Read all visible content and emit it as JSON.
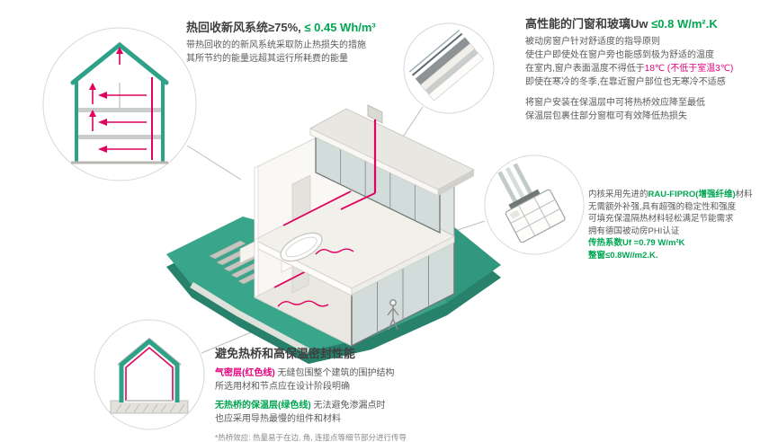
{
  "colors": {
    "teal": "#39a68b",
    "green_text": "#00a651",
    "magenta": "#e5007d",
    "duct_red": "#e0005f",
    "title_text": "#3f3f3f",
    "body_text": "#5a5a5a"
  },
  "ventilation": {
    "title_main": "热回收新风系统≥75%,",
    "title_value": " ≤ 0.45 Wh/m³",
    "line1": "带热回收的的新风系统采取防止热损失的措施",
    "line2": "其所节约的能量远超其运行所耗费的能量"
  },
  "windows": {
    "title_main": "高性能的门窗和玻璃Uw ",
    "title_value": "≤0.8 W/m².K",
    "line1": "被动房窗户针对舒适度的指导原则",
    "line2": "使住户即使处在窗户旁也能感到极为舒适的温度",
    "line3_pre": "在室内,窗户表面温度不得低于",
    "line3_red": "18℃ (不低于室温3℃)",
    "line4": "即使在寒冷的冬季,在靠近窗户部位也无寒冷不适感",
    "line5": "将窗户安装在保温层中可将热桥效应降至最低",
    "line6": "保温层包裹住部分窗框可有效降低热损失"
  },
  "frame_material": {
    "line1_pre": "内核采用先进的",
    "line1_green": "RAU-FIPRO(增强纤维)",
    "line1_post": "材料",
    "line2": "无需额外补强,具有超强的稳定性和强度",
    "line3": "可填充保温隔热材料轻松满足节能需求",
    "line4": "拥有德国被动房PHI认证",
    "line5": "传热系数Uf =0.79 W/m²K",
    "line6": "整窗≤0.8W//m2.K."
  },
  "thermal_bridge": {
    "title": "避免热桥和高保温密封性能",
    "airtight_label": "气密层(红色线)",
    "airtight_rest": " 无缝包围整个建筑的围护结构",
    "airtight_line2": "所选用材和节点应在设计阶段明确",
    "insulation_label": "无热桥的保温层(绿色线)",
    "insulation_rest": " 无法避免渗漏点时",
    "insulation_line2": "也应采用导热最慢的组件和材料",
    "footnote": "*热桥效应: 热量易于在边, 角, 连接点等细节部分进行传导"
  },
  "illustrations": {
    "main": "isometric-passive-house-cutaway",
    "circle_top_left": "ventilation-cross-section",
    "circle_top_right": "window-corner-detail",
    "circle_right": "window-frame-profile",
    "circle_bottom_left": "insulated-envelope-section"
  }
}
